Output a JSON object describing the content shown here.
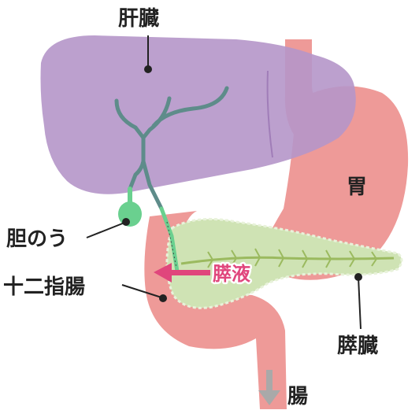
{
  "labels": {
    "liver": "肝臓",
    "stomach": "胃",
    "gallbladder": "胆のう",
    "duodenum": "十二指腸",
    "pancreatic_juice": "膵液",
    "pancreas": "膵臓",
    "intestine": "腸"
  },
  "colors": {
    "liver": "#b596c9",
    "stomach": "#ee9a98",
    "pancreas": "#cfe3b4",
    "bile_duct": "#5e8c8a",
    "gallbladder": "#6ad08f",
    "juice_arrow": "#e0467c",
    "intestine_arrow": "#a9a9a9",
    "text": "#222222"
  }
}
